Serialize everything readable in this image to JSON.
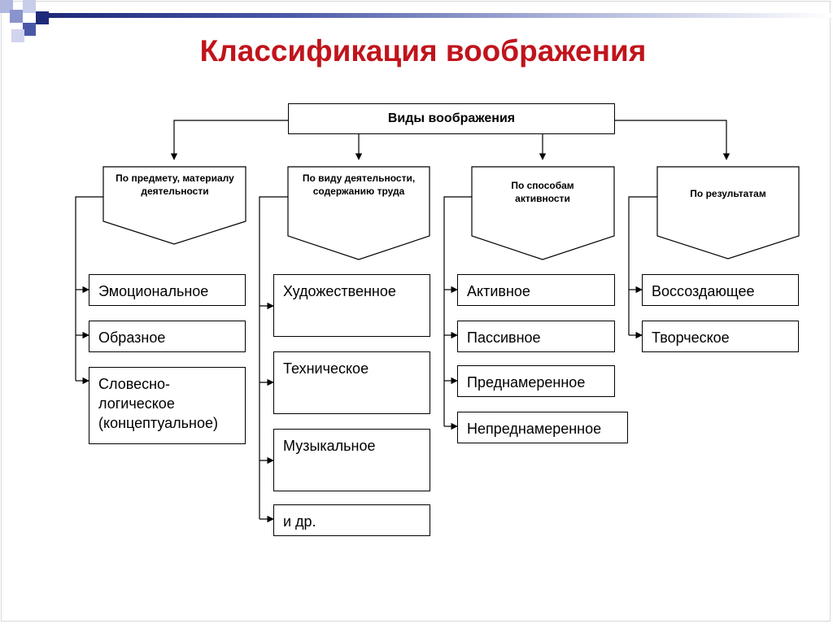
{
  "title": "Классификация воображения",
  "root": "Виды воображения",
  "colors": {
    "title": "#c0141c",
    "accent_dark": "#1f2a7a",
    "accent_light": "#b0b8e0"
  },
  "categories": [
    {
      "label": "По предмету, материалу деятельности",
      "items": [
        "Эмоциональное",
        "Образное",
        "Словесно-логическое (концептуальное)"
      ]
    },
    {
      "label": "По виду деятельности, содержанию труда",
      "items": [
        "Художественное",
        "Техническое",
        "Музыкальное",
        "и др."
      ]
    },
    {
      "label": "По способам активности",
      "items": [
        "Активное",
        "Пассивное",
        "Преднамеренное",
        "Непреднамеренное"
      ]
    },
    {
      "label": "По результатам",
      "items": [
        "Воссоздающее",
        "Творческое"
      ]
    }
  ]
}
